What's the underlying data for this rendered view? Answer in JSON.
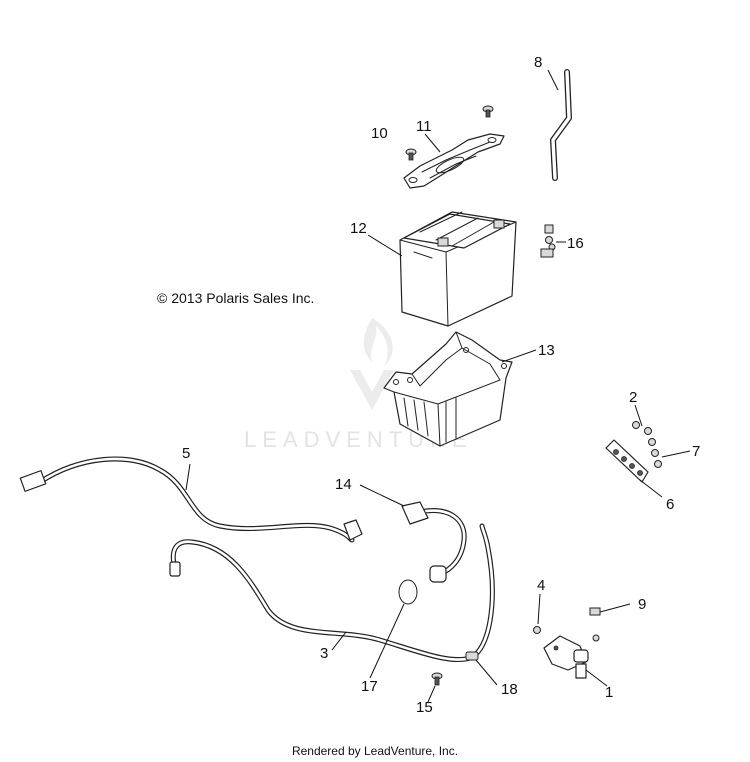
{
  "copyright": "© 2013 Polaris Sales Inc.",
  "footer": "Rendered by LeadVenture, Inc.",
  "watermark": "LEADVENTURE",
  "callouts": {
    "c1": "1",
    "c2": "2",
    "c3": "3",
    "c4": "4",
    "c5": "5",
    "c6": "6",
    "c7": "7",
    "c8": "8",
    "c9": "9",
    "c10": "10",
    "c11": "11",
    "c12": "12",
    "c13": "13",
    "c14": "14",
    "c15": "15",
    "c16": "16",
    "c17": "17",
    "c18": "18"
  },
  "colors": {
    "line": "#222222",
    "background": "#ffffff",
    "watermark": "#e3e3e3"
  }
}
